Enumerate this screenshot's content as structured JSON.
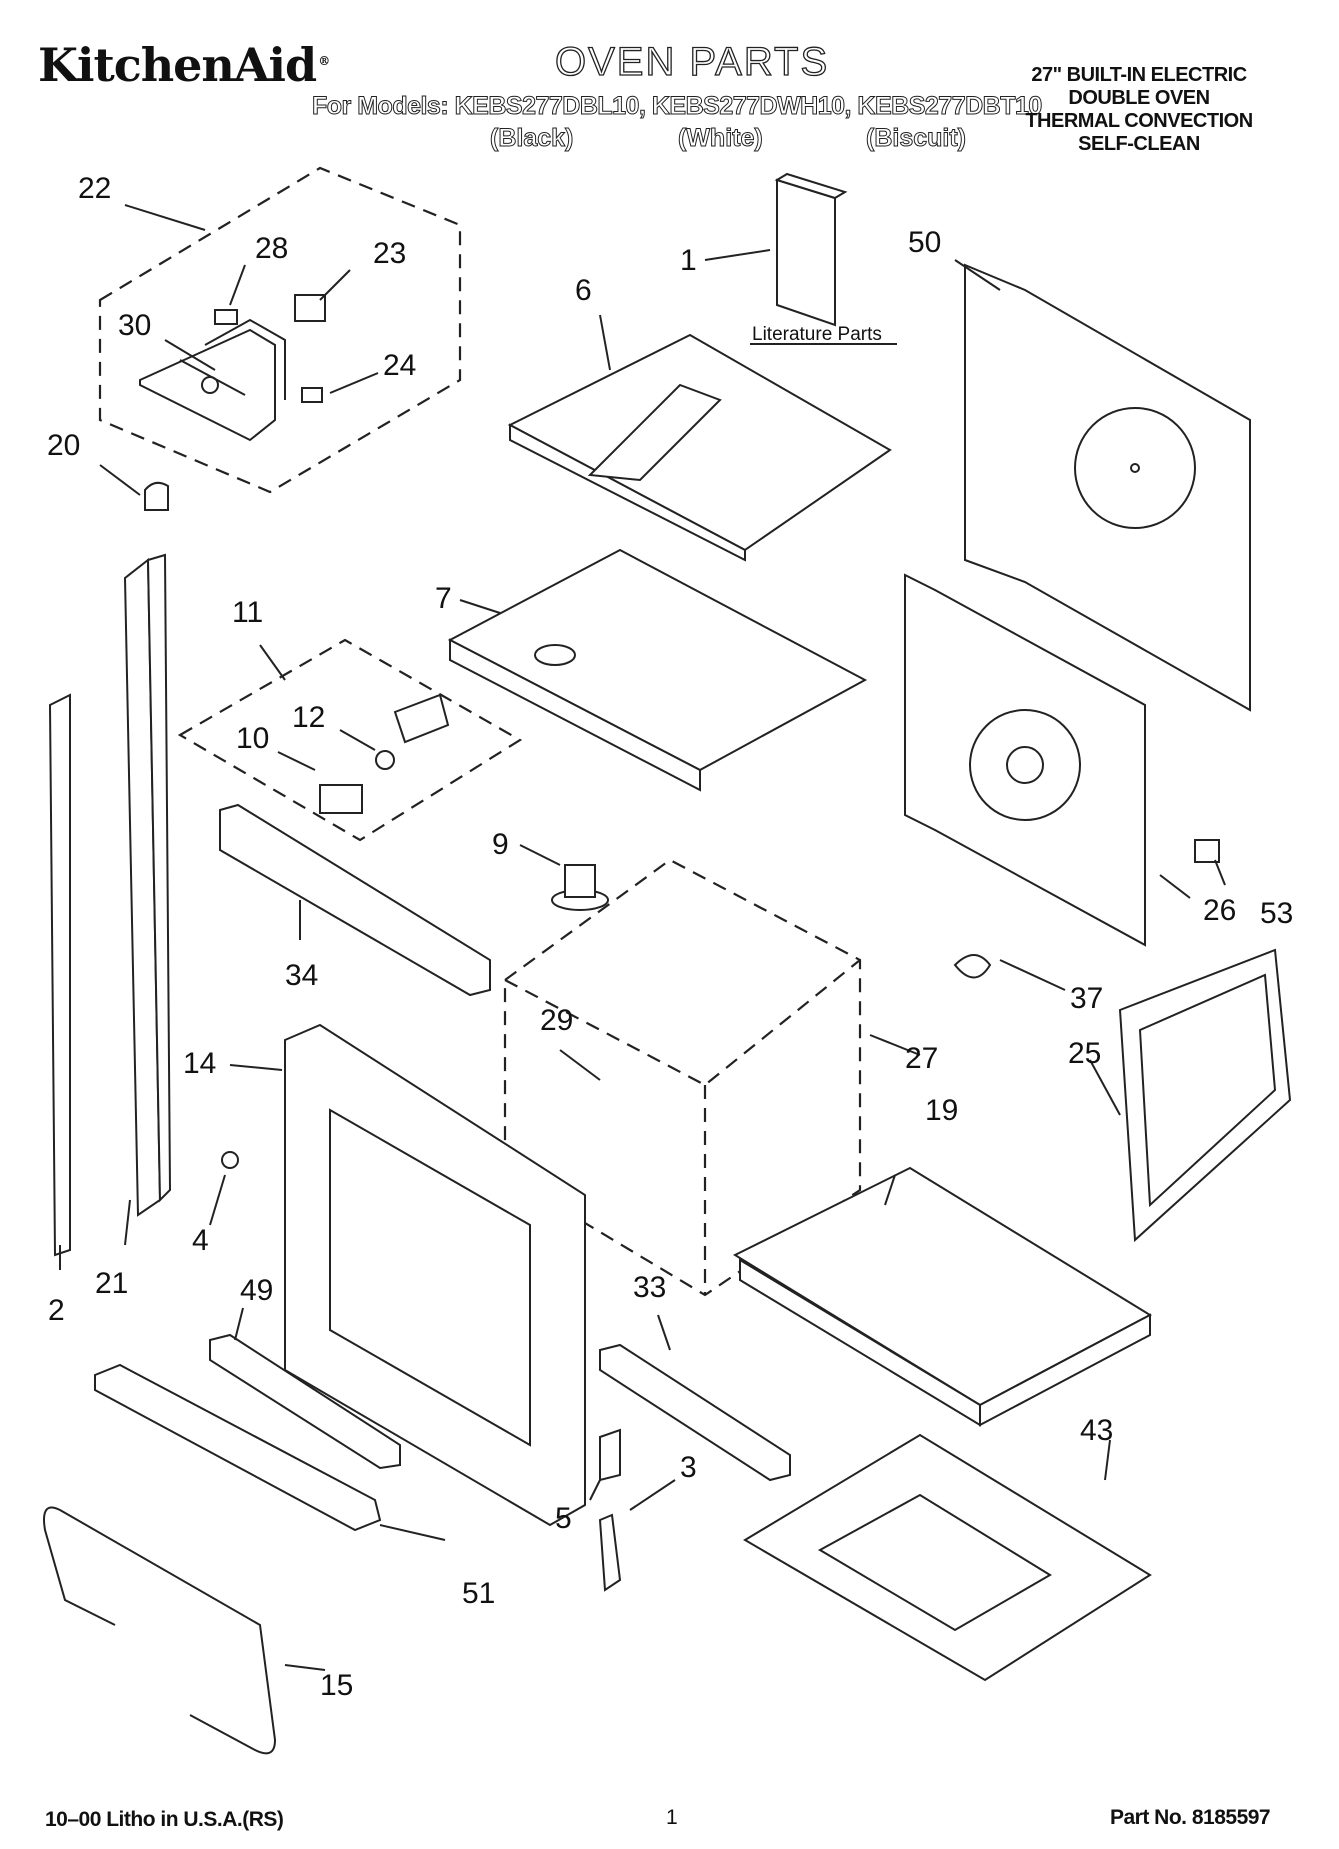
{
  "header": {
    "brand": "KitchenAid",
    "title": "OVEN PARTS",
    "models_line": "For Models: KEBS277DBL10, KEBS277DWH10, KEBS277DBT10",
    "model_colors": [
      "(Black)",
      "(White)",
      "(Biscuit)"
    ],
    "description": [
      "27\" BUILT-IN ELECTRIC",
      "DOUBLE OVEN",
      "THERMAL CONVECTION",
      "SELF-CLEAN"
    ]
  },
  "callouts": {
    "c1": "1",
    "c2": "2",
    "c3": "3",
    "c4": "4",
    "c5": "5",
    "c6": "6",
    "c7": "7",
    "c9": "9",
    "c10": "10",
    "c11": "11",
    "c12": "12",
    "c14": "14",
    "c15": "15",
    "c19": "19",
    "c20": "20",
    "c21": "21",
    "c22": "22",
    "c23": "23",
    "c24": "24",
    "c25": "25",
    "c26": "26",
    "c27": "27",
    "c28": "28",
    "c29": "29",
    "c30": "30",
    "c33": "33",
    "c34": "34",
    "c37": "37",
    "c43": "43",
    "c49": "49",
    "c50": "50",
    "c51": "51",
    "c53": "53"
  },
  "literature_label": "Literature Parts",
  "footer": {
    "litho": "10–00 Litho in U.S.A.(RS)",
    "page": "1",
    "part_no": "Part No. 8185597"
  }
}
